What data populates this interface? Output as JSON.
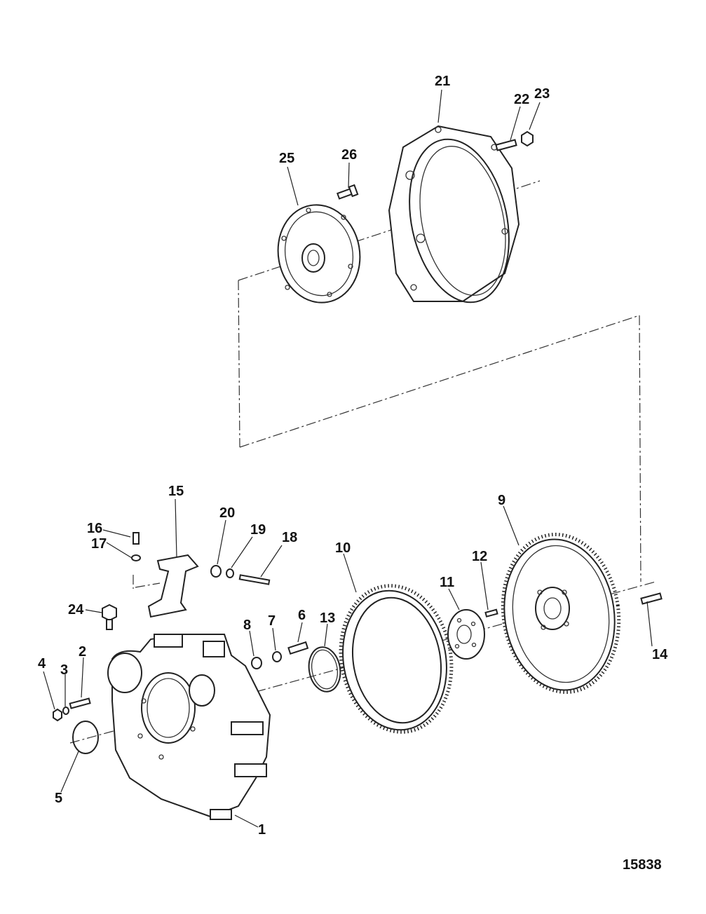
{
  "drawing_number": "15838",
  "callouts": [
    {
      "id": "1",
      "label": "1"
    },
    {
      "id": "2",
      "label": "2"
    },
    {
      "id": "3",
      "label": "3"
    },
    {
      "id": "4",
      "label": "4"
    },
    {
      "id": "5",
      "label": "5"
    },
    {
      "id": "6",
      "label": "6"
    },
    {
      "id": "7",
      "label": "7"
    },
    {
      "id": "8",
      "label": "8"
    },
    {
      "id": "9",
      "label": "9"
    },
    {
      "id": "10",
      "label": "10"
    },
    {
      "id": "11",
      "label": "11"
    },
    {
      "id": "12",
      "label": "12"
    },
    {
      "id": "13",
      "label": "13"
    },
    {
      "id": "14",
      "label": "14"
    },
    {
      "id": "15",
      "label": "15"
    },
    {
      "id": "16",
      "label": "16"
    },
    {
      "id": "17",
      "label": "17"
    },
    {
      "id": "18",
      "label": "18"
    },
    {
      "id": "19",
      "label": "19"
    },
    {
      "id": "20",
      "label": "20"
    },
    {
      "id": "21",
      "label": "21"
    },
    {
      "id": "22",
      "label": "22"
    },
    {
      "id": "23",
      "label": "23"
    },
    {
      "id": "24",
      "label": "24"
    },
    {
      "id": "25",
      "label": "25"
    },
    {
      "id": "26",
      "label": "26"
    }
  ]
}
